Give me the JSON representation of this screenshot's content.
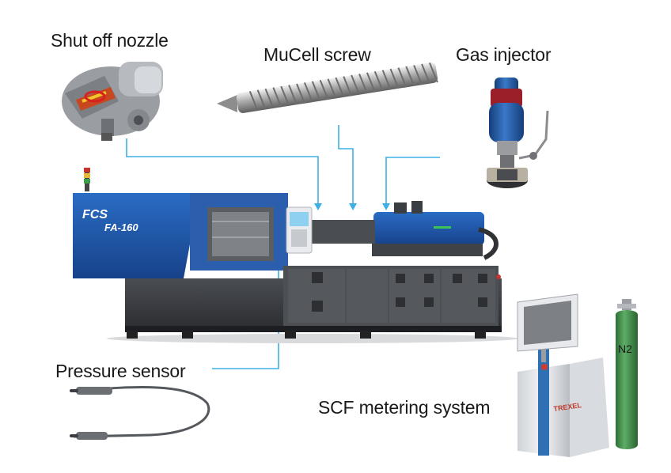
{
  "labels": {
    "shut_off_nozzle": "Shut off nozzle",
    "mucell_screw": "MuCell screw",
    "gas_injector": "Gas injector",
    "pressure_sensor": "Pressure sensor",
    "scf_metering_system": "SCF metering system"
  },
  "machine": {
    "brand": "FCS",
    "model": "FA-160"
  },
  "cylinder": {
    "gas": "N2"
  },
  "metering_unit": {
    "brand": "TREXEL"
  },
  "colors": {
    "connector_line": "#3db0e6",
    "machine_blue": "#1f57a8",
    "machine_dark": "#3a3d42",
    "cylinder_green": "#3f8f49",
    "injector_blue": "#1f5ea8",
    "injector_red": "#9b1f28"
  }
}
